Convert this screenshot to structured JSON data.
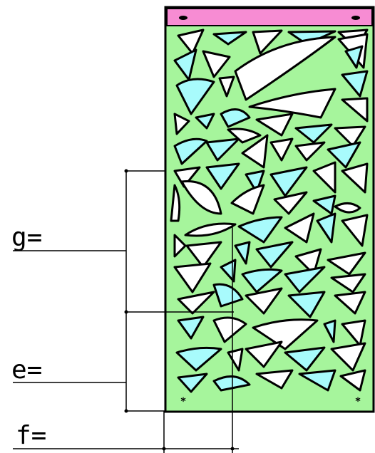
{
  "labels": {
    "g": "g=",
    "e": "e=",
    "f": "f="
  },
  "mounting_marks": [
    "*",
    "*"
  ],
  "colors": {
    "panel_fill": "#a6f59c",
    "cutout_fill": "#ffffff",
    "cutout_shade": "#a8fbfc",
    "top_bar": "#f78cd3",
    "stroke": "#000000"
  }
}
